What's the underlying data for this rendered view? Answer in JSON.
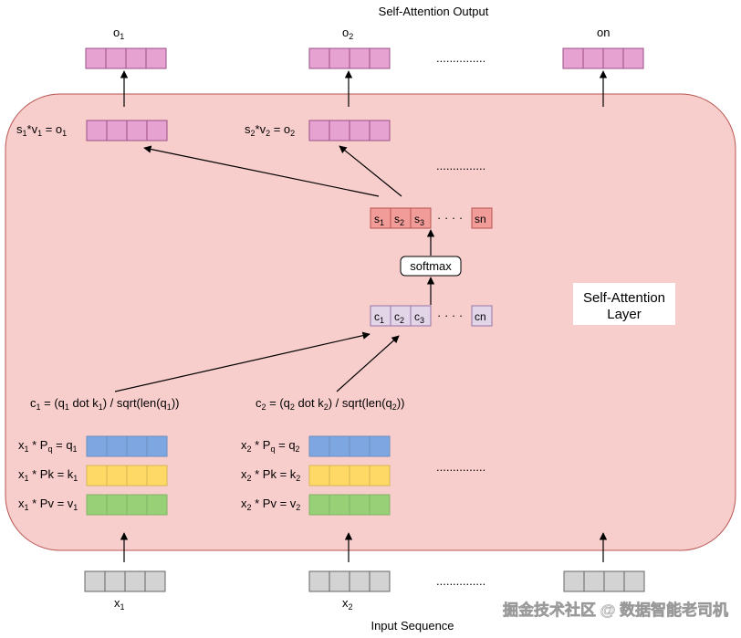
{
  "diagram": {
    "title": "Self-Attention Output",
    "footer": "Input Sequence",
    "layer_label_line1": "Self-Attention",
    "layer_label_line2": "Layer",
    "dots": "...............",
    "softmax": "softmax",
    "short_dots": "· · · ·",
    "outputs": {
      "o1": "o",
      "o1_sub": "1",
      "o2": "o",
      "o2_sub": "2",
      "on": "on"
    },
    "inputs": {
      "x1": "x",
      "x1_sub": "1",
      "x2": "x",
      "x2_sub": "2"
    },
    "output_eqs": {
      "eq1": {
        "a": "s",
        "a_sub": "1",
        "b": "*v",
        "b_sub": "1",
        "c": " = o",
        "c_sub": "1"
      },
      "eq2": {
        "a": "s",
        "a_sub": "2",
        "b": "*v",
        "b_sub": "2",
        "c": " = o",
        "c_sub": "2"
      }
    },
    "s_cells": {
      "c1": "s",
      "c1_sub": "1",
      "c2": "s",
      "c2_sub": "2",
      "c3": "s",
      "c3_sub": "3",
      "cn": "sn"
    },
    "c_cells": {
      "c1": "c",
      "c1_sub": "1",
      "c2": "c",
      "c2_sub": "2",
      "c3": "c",
      "c3_sub": "3",
      "cn": "cn"
    },
    "score_eqs": {
      "eq1": {
        "a": "c",
        "a_sub": "1",
        "b": " = (q",
        "b_sub": "1",
        "c": " dot k",
        "c_sub": "1",
        "d": ") / sqrt(len(q",
        "d_sub": "1",
        "e": "))"
      },
      "eq2": {
        "a": "c",
        "a_sub": "2",
        "b": " = (q",
        "b_sub": "2",
        "c": " dot k",
        "c_sub": "2",
        "d": ") / sqrt(len(q",
        "d_sub": "2",
        "e": "))"
      }
    },
    "proj_eqs": {
      "x1q": {
        "a": "x",
        "a_sub": "1",
        "b": " * P",
        "b_sub": "q",
        "c": " = q",
        "c_sub": "1"
      },
      "x1k": {
        "a": "x",
        "a_sub": "1",
        "b": " * Pk = k",
        "b_sub": "1"
      },
      "x1v": {
        "a": "x",
        "a_sub": "1",
        "b": " * Pv = v",
        "b_sub": "1"
      },
      "x2q": {
        "a": "x",
        "a_sub": "2",
        "b": " * P",
        "b_sub": "q",
        "c": " = q",
        "c_sub": "2"
      },
      "x2k": {
        "a": "x",
        "a_sub": "2",
        "b": " * Pk = k",
        "b_sub": "2"
      },
      "x2v": {
        "a": "x",
        "a_sub": "2",
        "b": " * Pv = v",
        "b_sub": "2"
      }
    },
    "watermark": "掘金技术社区 @ 数据智能老司机",
    "colors": {
      "layer_fill": "#f8cecc",
      "layer_stroke": "#b85450",
      "output_fill": "#e6a3d1",
      "output_stroke": "#9a4f84",
      "score_fill": "#f19c99",
      "score_stroke": "#b85450",
      "c_fill": "#e1d5e7",
      "c_stroke": "#9673a6",
      "query_fill": "#7ea6e0",
      "query_stroke": "#6c8ebf",
      "key_fill": "#ffd966",
      "key_stroke": "#d6b656",
      "value_fill": "#97d077",
      "value_stroke": "#82b366",
      "input_fill": "#d3d3d3",
      "input_stroke": "#666666"
    }
  }
}
